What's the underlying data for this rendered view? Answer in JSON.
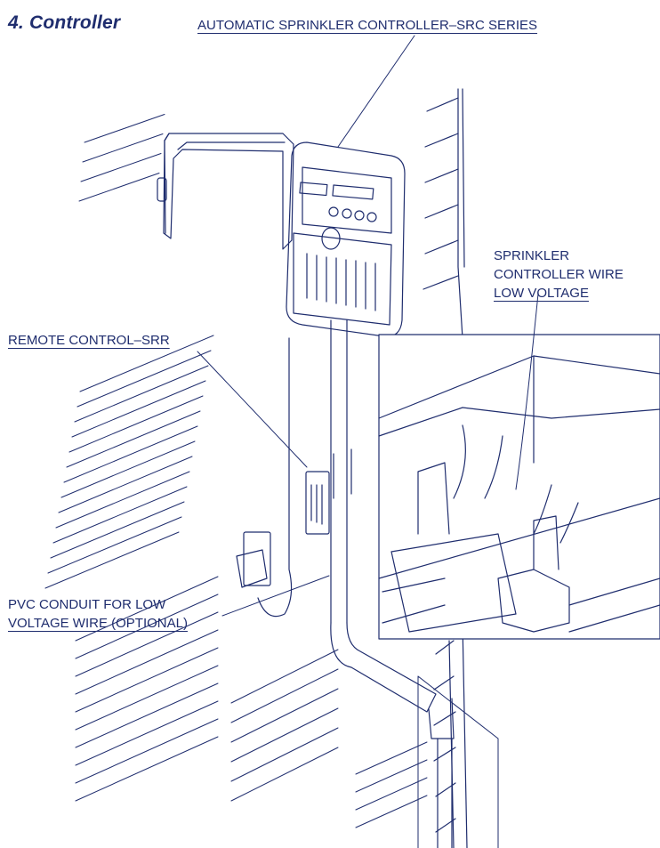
{
  "section_title": "4. Controller",
  "callouts": {
    "controller_series": "AUTOMATIC SPRINKLER CONTROLLER–SRC SERIES",
    "controller_wire": [
      "SPRINKLER",
      "CONTROLLER WIRE",
      "LOW VOLTAGE"
    ],
    "remote_control": "REMOTE CONTROL–SRR",
    "pvc_conduit": [
      "PVC CONDUIT FOR LOW",
      "VOLTAGE WIRE (OPTIONAL)"
    ]
  },
  "colors": {
    "ink": "#1f2d6e",
    "background": "#ffffff"
  }
}
